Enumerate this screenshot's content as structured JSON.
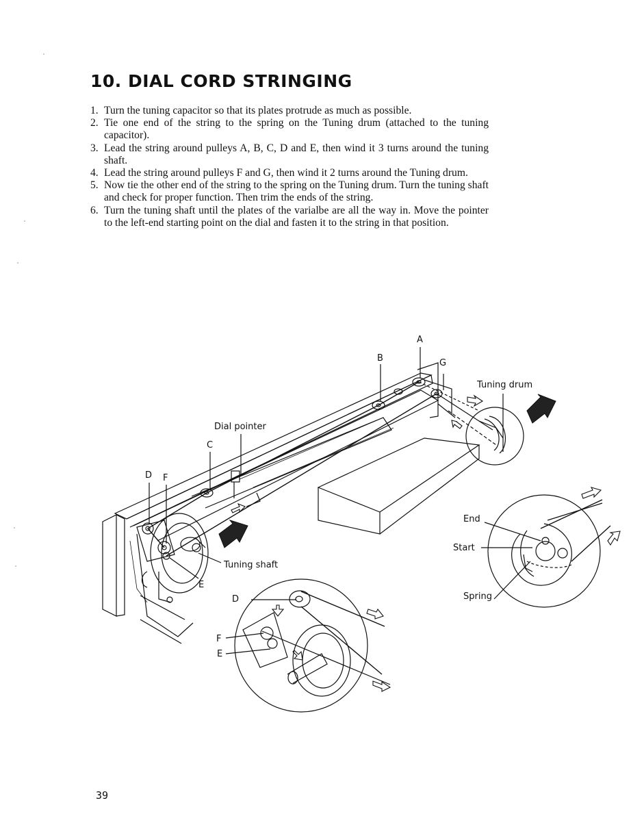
{
  "title": "10. DIAL CORD STRINGING",
  "steps": [
    {
      "num": "1.",
      "text": "Turn the tuning capacitor so that its plates protrude as much as possible."
    },
    {
      "num": "2.",
      "text": "Tie one end of the string to the spring on the Tuning drum (attached to the tuning capacitor)."
    },
    {
      "num": "3.",
      "text": "Lead the string around pulleys A, B, C, D and E, then wind it 3 turns around the tuning shaft."
    },
    {
      "num": "4.",
      "text": "Lead the string around pulleys F and G, then wind it 2 turns around the Tuning drum."
    },
    {
      "num": "5.",
      "text": "Now tie the other end of the string to the spring on the Tuning drum. Turn the tuning shaft and check for proper function. Then trim the ends of the string."
    },
    {
      "num": "6.",
      "text": "Turn the tuning shaft until the plates of the varialbe are all the way in. Move the pointer to the left-end starting point on the dial and fasten it to the string in that position."
    }
  ],
  "figure": {
    "labels": {
      "A": "A",
      "B": "B",
      "C": "C",
      "D": "D",
      "F": "F",
      "E": "E",
      "G": "G",
      "tuning_drum": "Tuning drum",
      "dial_pointer": "Dial pointer",
      "tuning_shaft": "Tuning shaft",
      "end": "End",
      "start": "Start",
      "spring": "Spring",
      "inset_D": "D",
      "inset_F": "F",
      "inset_E": "E"
    }
  },
  "page_number": "39"
}
